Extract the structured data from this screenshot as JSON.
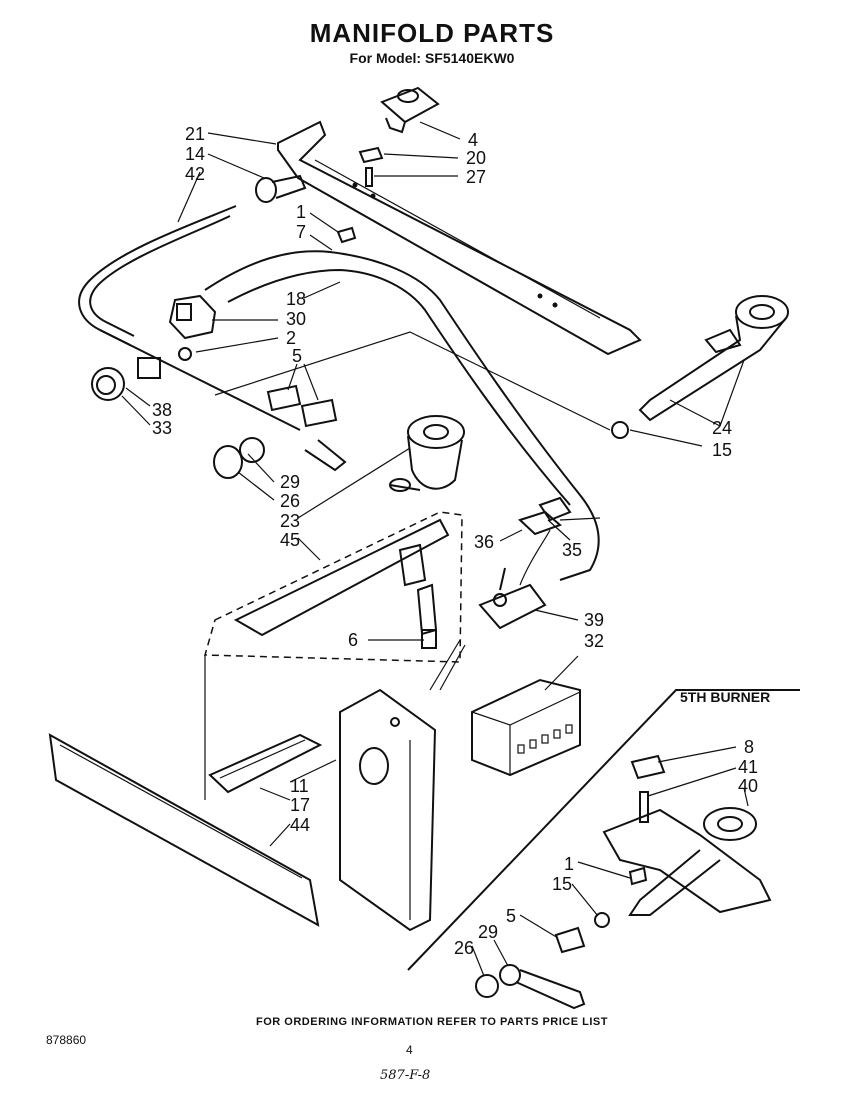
{
  "header": {
    "title": "MANIFOLD PARTS",
    "subtitle": "For Model: SF5140EKW0"
  },
  "section_label": "5TH BURNER",
  "callouts": {
    "c21": "21",
    "c14": "14",
    "c42": "42",
    "c4": "4",
    "c20": "20",
    "c27": "27",
    "c1a": "1",
    "c7": "7",
    "c18": "18",
    "c30": "30",
    "c2": "2",
    "c5a": "5",
    "c38": "38",
    "c33": "33",
    "c29a": "29",
    "c26a": "26",
    "c23": "23",
    "c45": "45",
    "c24": "24",
    "c15a": "15",
    "c36": "36",
    "c35": "35",
    "c39": "39",
    "c32": "32",
    "c6": "6",
    "c11": "11",
    "c17": "17",
    "c44": "44",
    "c8": "8",
    "c41": "41",
    "c40": "40",
    "c1b": "1",
    "c15b": "15",
    "c5b": "5",
    "c29b": "29",
    "c26b": "26"
  },
  "footer": {
    "note": "FOR ORDERING INFORMATION REFER TO PARTS PRICE LIST",
    "doc_number": "878860",
    "page_number": "4",
    "handwritten": "587-F-8"
  }
}
